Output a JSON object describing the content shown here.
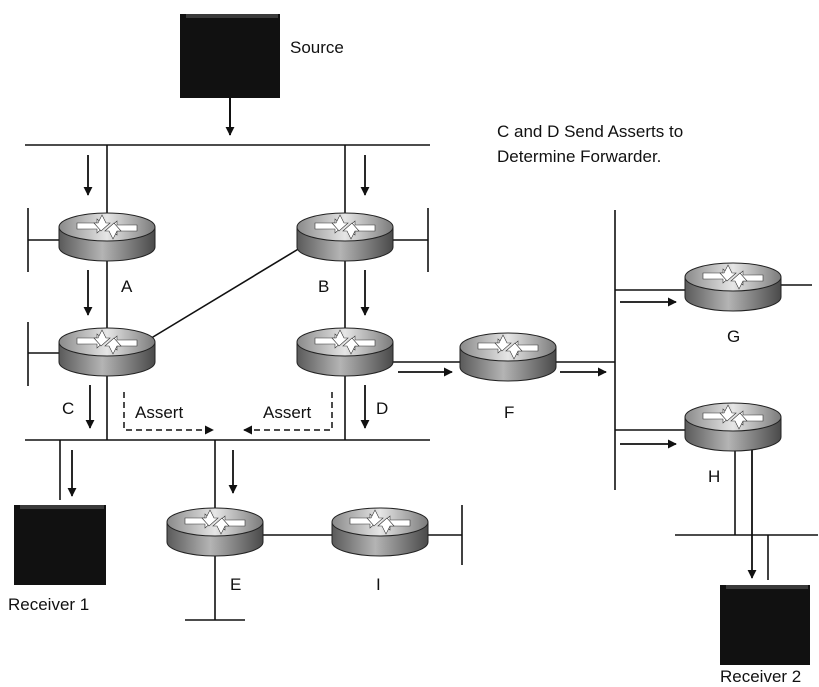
{
  "source": {
    "label": "Source"
  },
  "note": {
    "line1": "C and D Send Asserts to",
    "line2": "Determine Forwarder."
  },
  "routers": {
    "A": "A",
    "B": "B",
    "C": "C",
    "D": "D",
    "E": "E",
    "F": "F",
    "G": "G",
    "H": "H",
    "I": "I"
  },
  "asserts": {
    "left": "Assert",
    "right": "Assert"
  },
  "receivers": {
    "r1": "Receiver 1",
    "r2": "Receiver 2"
  },
  "colors": {
    "line": "#111111",
    "device": "#111111",
    "router_body": "#9a9a9a",
    "router_top": "#d8d8d8"
  }
}
